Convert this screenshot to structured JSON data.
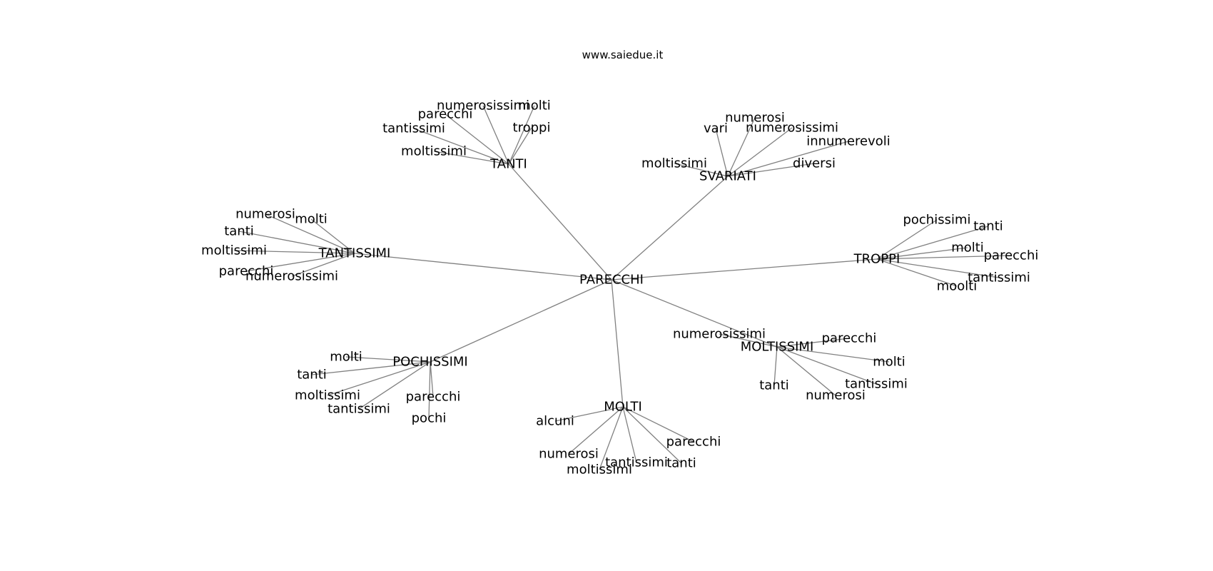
{
  "header": {
    "site": "www.saiedue.it"
  },
  "graph": {
    "center": "PARECCHI",
    "clusters": [
      {
        "name": "TANTI",
        "words": [
          "numerosissimi",
          "molti",
          "parecchi",
          "troppi",
          "tantissimi",
          "moltissimi"
        ]
      },
      {
        "name": "SVARIATI",
        "words": [
          "numerosi",
          "vari",
          "numerosissimi",
          "innumerevoli",
          "moltissimi",
          "diversi"
        ]
      },
      {
        "name": "TANTISSIMI",
        "words": [
          "numerosi",
          "molti",
          "tanti",
          "moltissimi",
          "parecchi",
          "numerosissimi"
        ]
      },
      {
        "name": "TROPPI",
        "words": [
          "pochissimi",
          "tanti",
          "molti",
          "parecchi",
          "tantissimi",
          "moolti"
        ]
      },
      {
        "name": "POCHISSIMI",
        "words": [
          "molti",
          "tanti",
          "moltissimi",
          "tantissimi",
          "parecchi",
          "pochi"
        ]
      },
      {
        "name": "MOLTISSIMI",
        "words": [
          "numerosissimi",
          "parecchi",
          "molti",
          "tanti",
          "tantissimi",
          "numerosi"
        ]
      },
      {
        "name": "MOLTI",
        "words": [
          "alcuni",
          "parecchi",
          "numerosi",
          "tantissimi",
          "tanti",
          "moltissimi"
        ]
      }
    ]
  }
}
